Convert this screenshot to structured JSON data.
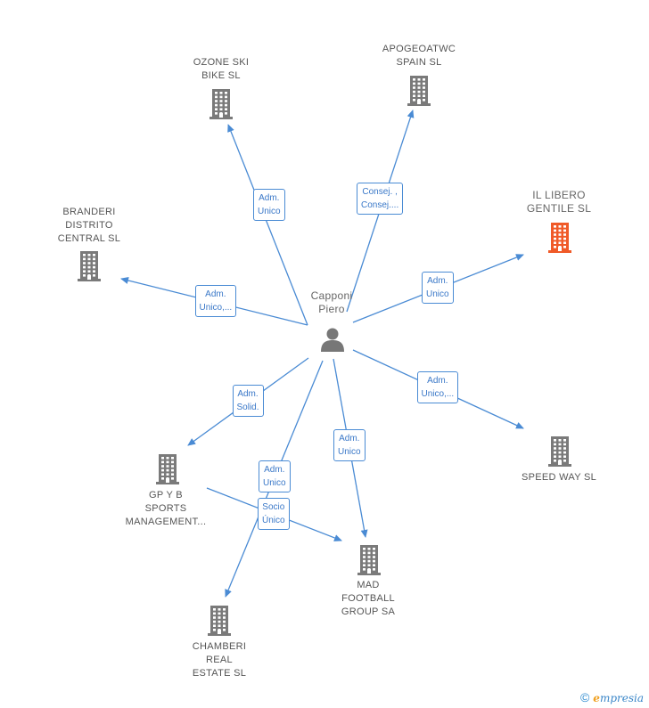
{
  "center": {
    "name": "Capponi\nPiero"
  },
  "companies": [
    {
      "id": "ozone",
      "name": "OZONE SKI\nBIKE  SL",
      "highlight": false
    },
    {
      "id": "apogeo",
      "name": "APOGEOATWC\nSPAIN  SL",
      "highlight": false
    },
    {
      "id": "libero",
      "name": "IL LIBERO\nGENTILE  SL",
      "highlight": true
    },
    {
      "id": "branderi",
      "name": "BRANDERI\nDISTRITO\nCENTRAL  SL",
      "highlight": false
    },
    {
      "id": "speedway",
      "name": "SPEED WAY SL",
      "highlight": false
    },
    {
      "id": "gpyb",
      "name": "GP Y B\nSPORTS\nMANAGEMENT...",
      "highlight": false
    },
    {
      "id": "mad",
      "name": "MAD\nFOOTBALL\nGROUP SA",
      "highlight": false
    },
    {
      "id": "chamberi",
      "name": "CHAMBERI\nREAL\nESTATE  SL",
      "highlight": false
    }
  ],
  "relations": [
    {
      "from": "center",
      "to": "ozone",
      "label": "Adm.\nUnico"
    },
    {
      "from": "center",
      "to": "apogeo",
      "label": "Consej. ,\nConsej...."
    },
    {
      "from": "center",
      "to": "libero",
      "label": "Adm.\nUnico"
    },
    {
      "from": "center",
      "to": "branderi",
      "label": "Adm.\nUnico,..."
    },
    {
      "from": "center",
      "to": "speedway",
      "label": "Adm.\nUnico,..."
    },
    {
      "from": "center",
      "to": "gpyb",
      "label": "Adm.\nSolid."
    },
    {
      "from": "center",
      "to": "mad",
      "label": "Adm.\nUnico"
    },
    {
      "from": "center",
      "to": "chamberi",
      "label": "Adm.\nUnico"
    },
    {
      "from": "gpyb",
      "to": "mad",
      "label": "Socio\nÚnico"
    }
  ],
  "colors": {
    "edge": "#4a8bd4",
    "building": "#7a7a7a",
    "highlight": "#f05a28",
    "person": "#777777"
  },
  "footer": {
    "copyright": "©",
    "brand_initial": "e",
    "brand_rest": "mpresia"
  }
}
